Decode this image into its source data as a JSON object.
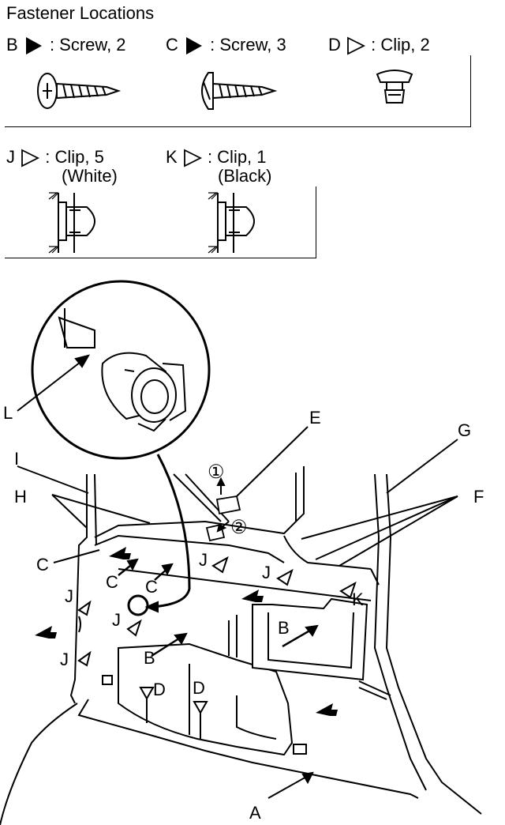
{
  "title": "Fastener Locations",
  "fasteners": [
    {
      "letter": "B",
      "symbol": "filled-triangle",
      "text": ": Screw, 2"
    },
    {
      "letter": "C",
      "symbol": "filled-triangle",
      "text": ": Screw, 3"
    },
    {
      "letter": "D",
      "symbol": "open-triangle",
      "text": ": Clip, 2"
    },
    {
      "letter": "J",
      "symbol": "open-triangle",
      "text": ": Clip, 5",
      "note": "(White)"
    },
    {
      "letter": "K",
      "symbol": "open-triangle",
      "text": ": Clip, 1",
      "note": "(Black)"
    }
  ],
  "callouts": {
    "A": "A",
    "B": "B",
    "C": "C",
    "D": "D",
    "E": "E",
    "F": "F",
    "G": "G",
    "H": "H",
    "I": "I",
    "J": "J",
    "K": "K",
    "L": "L"
  },
  "step_markers": {
    "step1": "①",
    "step2": "②"
  },
  "icons": [
    "screw-icon",
    "clip-icon",
    "push-clip-icon",
    "arrow-icon",
    "triangle-icon"
  ]
}
